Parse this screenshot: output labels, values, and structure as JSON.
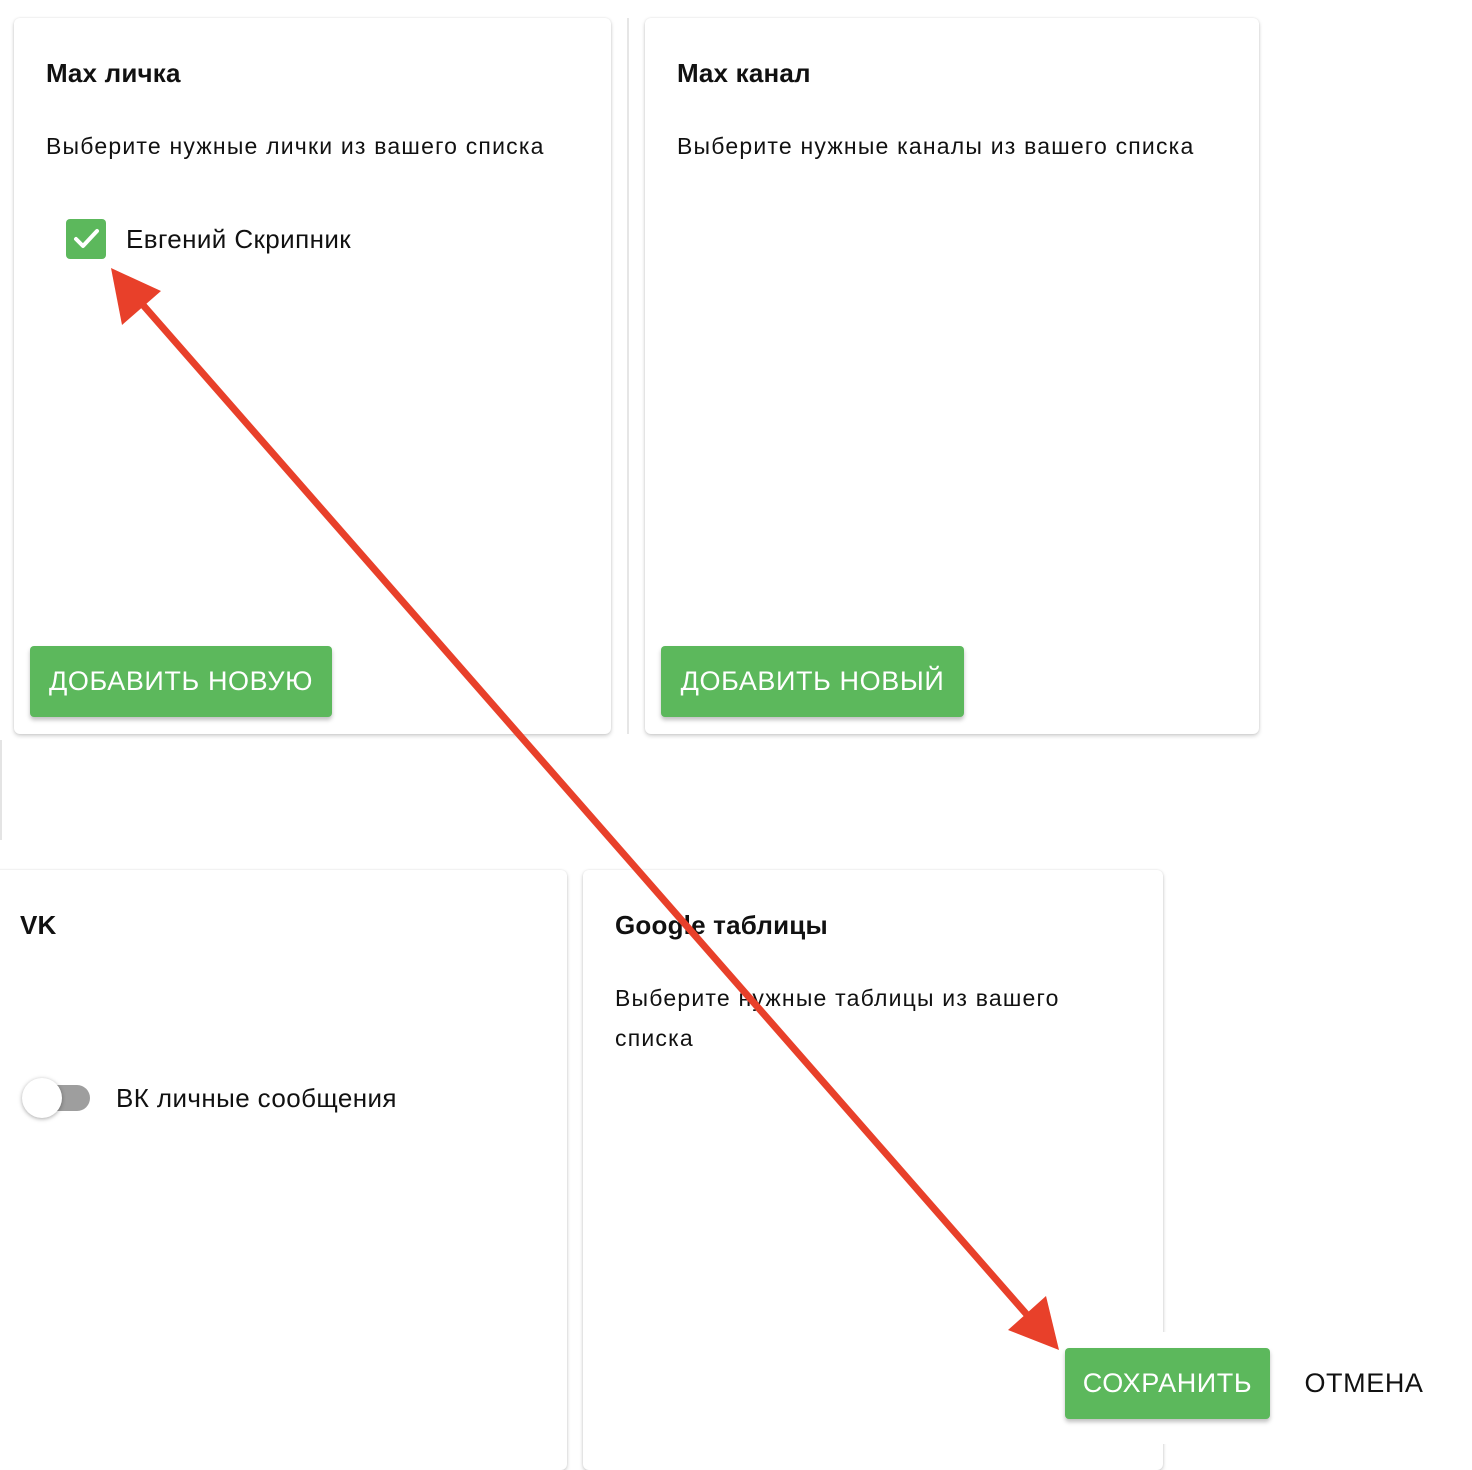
{
  "max_private": {
    "title": "Max личка",
    "description": "Выберите нужные лички из вашего списка",
    "contacts": [
      {
        "name": "Евгений Скрипник",
        "checked": true
      }
    ],
    "add_button_label": "ДОБАВИТЬ НОВУЮ"
  },
  "max_channel": {
    "title": "Max канал",
    "description": "Выберите нужные каналы из вашего списка",
    "add_button_label": "ДОБАВИТЬ НОВЫЙ"
  },
  "vk": {
    "title": "VK",
    "toggle_label": "ВК личные сообщения",
    "toggle_on": false
  },
  "google_sheets": {
    "title": "Google таблицы",
    "description": "Выберите нужные таблицы из вашего списка"
  },
  "footer": {
    "save_label": "СОХРАНИТЬ",
    "cancel_label": "ОТМЕНА"
  },
  "colors": {
    "accent_green": "#5cb85c",
    "annotation_red": "#e8402a",
    "toggle_off_track": "#9e9e9e"
  },
  "icons": {
    "checkbox": "check-icon",
    "annotation": "double-headed-arrow"
  }
}
